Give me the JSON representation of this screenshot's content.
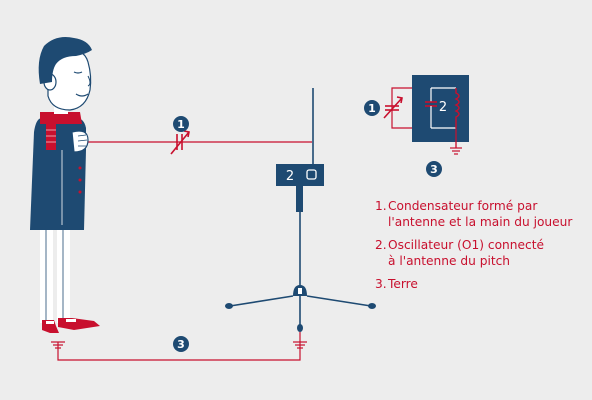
{
  "badges": {
    "b1_main": "1",
    "b3_main": "3",
    "b1_inset": "1",
    "b3_inset": "3"
  },
  "oscillator_label": "2",
  "inset_oscillator_label": "2",
  "legend": [
    {
      "num": "1.",
      "text": "Condensateur formé par\nl'antenne et la main du joueur"
    },
    {
      "num": "2.",
      "text": "Oscillateur (O1) connecté\nà l'antenne du pitch"
    },
    {
      "num": "3.",
      "text": "Terre"
    }
  ],
  "colors": {
    "background": "#ededed",
    "navy": "#1e4a72",
    "red": "#c8102e",
    "skin": "#ffffff"
  }
}
